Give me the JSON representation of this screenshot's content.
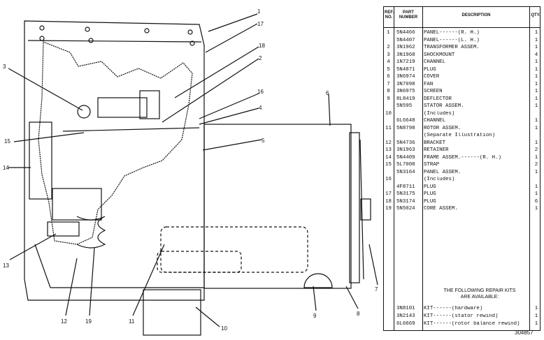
{
  "callouts": [
    "1",
    "17",
    "18",
    "2",
    "16",
    "4",
    "5",
    "6",
    "3",
    "15",
    "14",
    "13",
    "12",
    "19",
    "11",
    "10",
    "9",
    "8",
    "7"
  ],
  "table": {
    "headers": {
      "ref": "REF. NO.",
      "part": "PART NUMBER",
      "desc": "DESCRIPTION",
      "qty": "QTY."
    },
    "rows": [
      {
        "ref": "1",
        "pn": "5N4466",
        "desc": "PANEL------(R. H.)",
        "qty": "1"
      },
      {
        "ref": "",
        "pn": "5N4407",
        "desc": "PANEL------(L. H.)",
        "qty": "1"
      },
      {
        "ref": "2",
        "pn": "3N1962",
        "desc": "TRANSFORMER ASSEM.",
        "qty": "1"
      },
      {
        "ref": "3",
        "pn": "3N1968",
        "desc": "SHOCKMOUNT",
        "qty": "4"
      },
      {
        "ref": "4",
        "pn": "1N7219",
        "desc": "CHANNEL",
        "qty": "1"
      },
      {
        "ref": "5",
        "pn": "5N4871",
        "desc": "PLUG",
        "qty": "1"
      },
      {
        "ref": "6",
        "pn": "3N6974",
        "desc": "COVER",
        "qty": "1"
      },
      {
        "ref": "7",
        "pn": "3N7098",
        "desc": "FAN",
        "qty": "1"
      },
      {
        "ref": "8",
        "pn": "3N6975",
        "desc": "SCREEN",
        "qty": "1"
      },
      {
        "ref": "9",
        "pn": "8L8419",
        "desc": "DEFLECTOR",
        "qty": "1"
      },
      {
        "ref": "",
        "pn": "5N595",
        "desc": "STATOR ASSEM.",
        "qty": "1"
      },
      {
        "ref": "10",
        "pn": "",
        "desc": "(Includes)",
        "qty": ""
      },
      {
        "ref": "",
        "pn": "6L6648",
        "desc": "CHANNEL",
        "qty": "1"
      },
      {
        "ref": "11",
        "pn": "5N8798",
        "desc": "ROTOR ASSEM.",
        "qty": "1"
      },
      {
        "ref": "",
        "pn": "",
        "desc": "(Separate Illustration)",
        "qty": ""
      },
      {
        "ref": "12",
        "pn": "5N4736",
        "desc": "BRACKET",
        "qty": "1"
      },
      {
        "ref": "13",
        "pn": "3N1963",
        "desc": "RETAINER",
        "qty": "2"
      },
      {
        "ref": "14",
        "pn": "5N4409",
        "desc": "FRAME ASSEM.------(R. H.)",
        "qty": "1"
      },
      {
        "ref": "15",
        "pn": "5L7008",
        "desc": "STRAP",
        "qty": "2"
      },
      {
        "ref": "",
        "pn": "5N3164",
        "desc": "PANEL ASSEM.",
        "qty": "1"
      },
      {
        "ref": "16",
        "pn": "",
        "desc": "(Includes)",
        "qty": ""
      },
      {
        "ref": "",
        "pn": "4F8711",
        "desc": "PLUG",
        "qty": "1"
      },
      {
        "ref": "17",
        "pn": "5N3175",
        "desc": "PLUG",
        "qty": "1"
      },
      {
        "ref": "18",
        "pn": "5N3174",
        "desc": "PLUG",
        "qty": "6"
      },
      {
        "ref": "19",
        "pn": "5N5024",
        "desc": "CORE ASSEM.",
        "qty": "1"
      }
    ],
    "repair_note": {
      "line1": "THE FOLLOWING REPAIR KITS",
      "line2": "ARE AVAILABLE:"
    },
    "kits": [
      {
        "pn": "3N8101",
        "desc": "KIT------(hardware)",
        "qty": "1"
      },
      {
        "pn": "3N2143",
        "desc": "KIT------(stator rewind)",
        "qty": "1"
      },
      {
        "pn": "6L6669",
        "desc": "KIT------(rotor balance rewind)",
        "qty": "1"
      }
    ]
  },
  "doc_number": "304857"
}
